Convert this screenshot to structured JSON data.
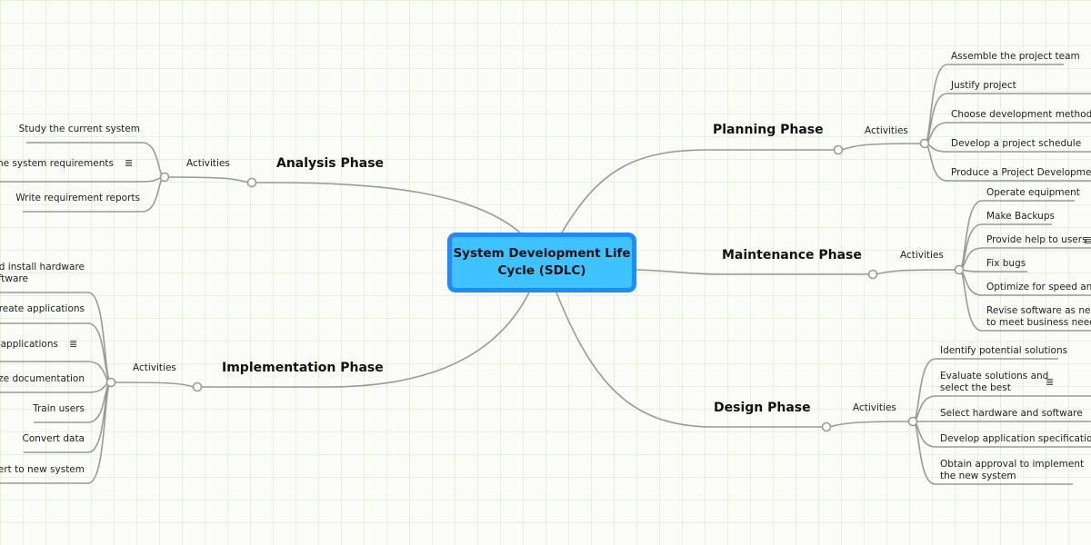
{
  "center": {
    "title": "System Development Life Cycle (SDLC)"
  },
  "colors": {
    "center_fill": "#3ec3ff",
    "center_border": "#1e8cff",
    "line": "#9a9a9a"
  },
  "planning": {
    "title": "Planning Phase",
    "activities": "Activities",
    "items": [
      "Assemble the project team",
      "Justify project",
      "Choose development methodolog",
      "Develop a project schedule",
      "Produce a Project Development P"
    ]
  },
  "maintenance": {
    "title": "Maintenance Phase",
    "activities": "Activities",
    "items": [
      "Operate equipment",
      "Make Backups",
      "Provide help to users",
      "Fix bugs",
      "Optimize for speed and s",
      "Revise software as neces",
      "to meet business needs"
    ]
  },
  "design": {
    "title": "Design Phase",
    "activities": "Activities",
    "items": [
      "Identify potential solutions",
      "Evaluate solutions and",
      "select the best",
      "Select hardware and software",
      "Develop application specifications",
      "Obtain approval to implement",
      "the new system"
    ]
  },
  "analysis": {
    "title": "Analysis Phase",
    "activities": "Activities",
    "items": [
      "Study the current system",
      "rmine system requirements",
      "Write requirement reports"
    ]
  },
  "implementation": {
    "title": "Implementation Phase",
    "activities": "Activities",
    "items": [
      "and install hardware",
      "ftware",
      "Create applications",
      "st applications",
      "alize documentation",
      "Train users",
      "Convert data",
      "nvert to new system"
    ]
  },
  "icons": {
    "note": "note-icon"
  }
}
